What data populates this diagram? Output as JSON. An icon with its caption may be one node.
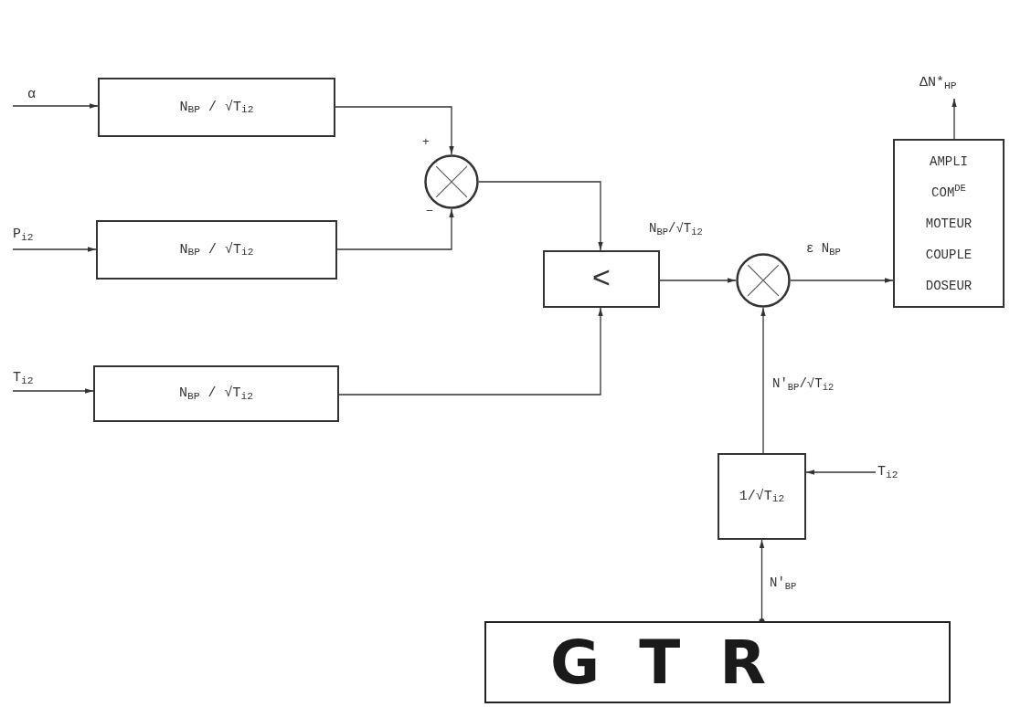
{
  "diagram": {
    "nodes": [
      {
        "text": [
          "α"
        ]
      },
      {
        "text": [
          "N$_{BP}$ / √T$_{i2}$"
        ]
      },
      {
        "text": [
          "P$_{i2}$"
        ]
      },
      {
        "text": [
          "N$_{BP}$ / √T$_{i2}$"
        ]
      },
      {
        "text": [
          "T$_{i2}$"
        ]
      },
      {
        "text": [
          "N$_{BP}$ / √T$_{i2}$"
        ]
      },
      {
        "text": [],
        "shape": "circle"
      },
      {
        "text": [
          "<"
        ]
      },
      {
        "text": [],
        "shape": "circle"
      },
      {
        "text": [
          "AMPLI COM$^{DE}$ MOTEUR COUPLE DOSEUR"
        ]
      },
      {
        "text": [
          "ΔN*$_{HP}$"
        ]
      },
      {
        "text": [
          "1/√T$_{i2}$"
        ]
      },
      {
        "text": [
          "T$_{i2}$"
        ]
      },
      {
        "text": [
          "G T R"
        ]
      }
    ],
    "edges": [
      {
        "from": 0,
        "to": 1,
        "arrow": "to"
      },
      {
        "from": 2,
        "to": 3,
        "arrow": "to"
      },
      {
        "from": 4,
        "to": 5,
        "arrow": "to"
      },
      {
        "from": 1,
        "to": 6,
        "arrow": "to"
      },
      {
        "from": 3,
        "to": 6,
        "arrow": "to"
      },
      {
        "from": 6,
        "to": 7,
        "arrow": "to"
      },
      {
        "from": 5,
        "to": 7,
        "arrow": "to"
      },
      {
        "from": 7,
        "to": 8,
        "arrow": "to",
        "label": "N$_{BP}$/√T$_{i2}$"
      },
      {
        "from": 8,
        "to": 9,
        "arrow": "to",
        "label": "ε N$_{BP}$"
      },
      {
        "from": 9,
        "to": 10,
        "arrow": "to"
      },
      {
        "from": 11,
        "to": 8,
        "arrow": "to",
        "label": "N'$_{BP}$/√T$_{i2}$"
      },
      {
        "from": 12,
        "to": 11,
        "arrow": "to"
      },
      {
        "from": 13,
        "to": 11,
        "arrow": "to",
        "label": "N'$_{BP}$"
      }
    ],
    "labels": [
      "+",
      "−"
    ]
  }
}
